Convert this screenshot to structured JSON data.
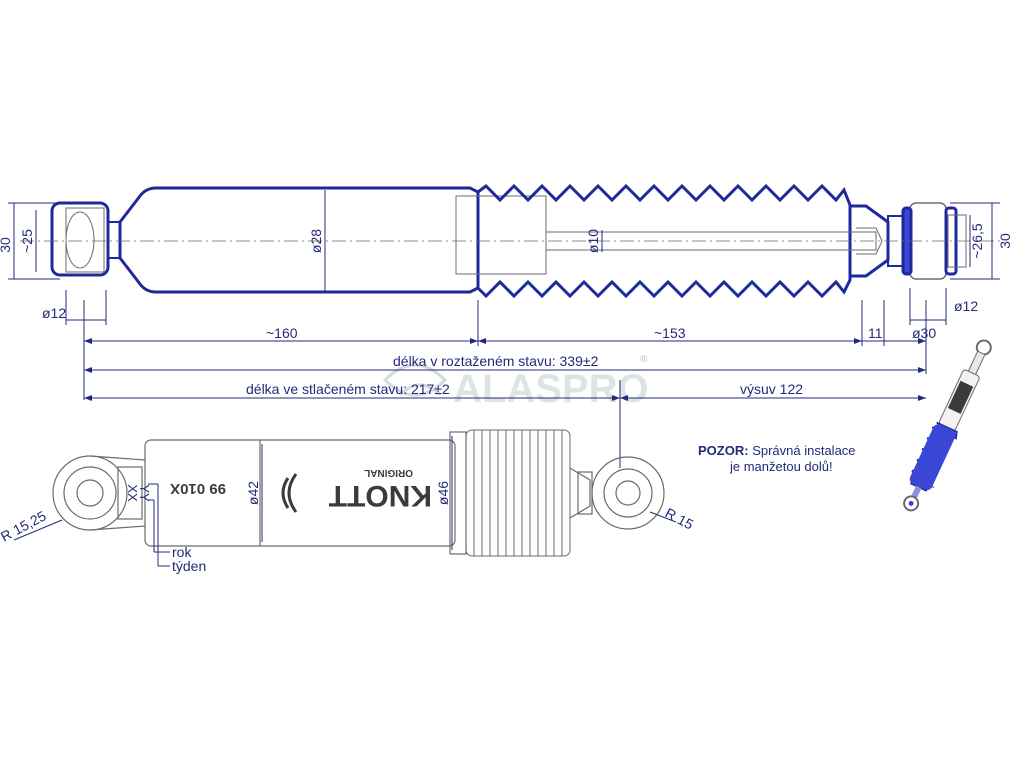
{
  "colors": {
    "outline": "#1d2a9c",
    "dimension": "#232a7a",
    "part_stroke": "#6b6b6b",
    "boot": "#3a46d6",
    "watermark": "#b8c2ca"
  },
  "top_view": {
    "eye_height_left": "30",
    "eye_inner_left": "~25",
    "body_diameter": "ø28",
    "rod_diameter": "ø10",
    "eye_inner_right": "~26,5",
    "eye_height_right": "30",
    "bolt_left": "ø12",
    "bolt_right": "ø12",
    "seg_body": "~160",
    "seg_boot": "~153",
    "seg_neck": "11",
    "seg_eye": "ø30"
  },
  "lengths": {
    "extended": "délka v roztaženém stavu: 339±2",
    "compressed": "délka ve stlačeném stavu: 217±2",
    "stroke": "výsuv 122"
  },
  "bottom_view": {
    "radius_left": "R 15,25",
    "radius_right": "R 15",
    "body_diameter": "ø42",
    "boot_diameter": "ø46",
    "part_number": "99 010X",
    "brand": "KNOTT",
    "brand_sub": "ORIGINAL",
    "date_code_top": "XX",
    "date_code_bottom": "YY",
    "legend_year": "rok",
    "legend_week": "týden"
  },
  "note": {
    "label": "POZOR:",
    "line1": "Správná instalace",
    "line2": "je manžetou dolů!"
  },
  "watermark": {
    "text": "ALASPRO",
    "registered": "®"
  }
}
